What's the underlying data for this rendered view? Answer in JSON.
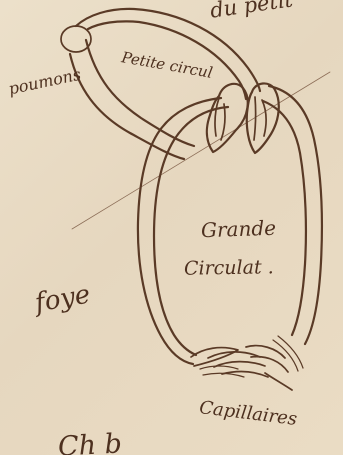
{
  "labels": {
    "top_right_fragment": "du petit",
    "left_organ": "poumons",
    "pulmonary_circuit": "Petite circul",
    "systemic_circuit_line1": "Grande",
    "systemic_circuit_line2": "Circulat .",
    "left_side_word": "foye",
    "capillaries": "Capillaires",
    "bottom_fragment": "Ch b"
  }
}
